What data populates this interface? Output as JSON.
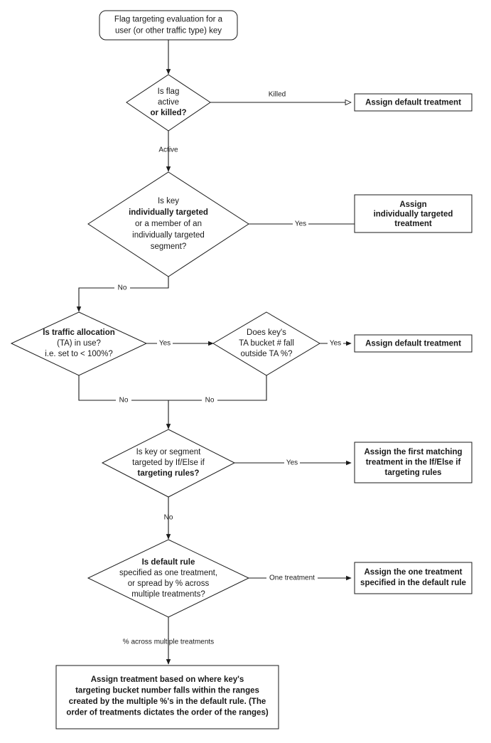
{
  "diagram": {
    "title": "Flag targeting evaluation flowchart",
    "type": "flowchart",
    "colors": {
      "stroke": "#1a1a1a",
      "fill": "#ffffff",
      "text": "#1a1a1a"
    }
  },
  "nodes": {
    "start": {
      "shape": "rounded-rectangle",
      "lines": [
        "Flag targeting evaluation for a",
        "user (or other traffic type) key"
      ]
    },
    "d1": {
      "shape": "diamond",
      "lines": [
        "Is flag",
        "active",
        "or killed?"
      ],
      "bold_lines": [
        2
      ]
    },
    "b1": {
      "shape": "rectangle",
      "lines": [
        "Assign default treatment"
      ]
    },
    "d2": {
      "shape": "diamond",
      "lines": [
        "Is key",
        "individually targeted",
        "or a member of an",
        "individually targeted",
        "segment?"
      ],
      "bold_lines": [
        1
      ]
    },
    "b2": {
      "shape": "rectangle",
      "lines": [
        "Assign",
        "individually targeted",
        "treatment"
      ]
    },
    "d3": {
      "shape": "diamond",
      "lines": [
        "Is traffic allocation",
        "(TA) in use?",
        "i.e. set to < 100%?"
      ],
      "bold_lines": [
        0
      ]
    },
    "d4": {
      "shape": "diamond",
      "lines": [
        "Does key's",
        "TA bucket # fall",
        "outside TA %?"
      ],
      "bold_lines": []
    },
    "b3": {
      "shape": "rectangle",
      "lines": [
        "Assign default treatment"
      ]
    },
    "d5": {
      "shape": "diamond",
      "lines": [
        "Is key or segment",
        "targeted by If/Else if",
        "targeting rules?"
      ],
      "bold_lines": [
        2
      ]
    },
    "b4": {
      "shape": "rectangle",
      "lines": [
        "Assign the first matching",
        "treatment in the If/Else if",
        "targeting rules"
      ]
    },
    "d6": {
      "shape": "diamond",
      "lines": [
        "Is default rule",
        "specified as one treatment,",
        "or spread by % across",
        "multiple treatments?"
      ],
      "bold_lines": [
        0
      ]
    },
    "b5": {
      "shape": "rectangle",
      "lines": [
        "Assign the one treatment",
        "specified in the default rule"
      ]
    },
    "b6": {
      "shape": "rectangle",
      "lines": [
        "Assign treatment based on where key's",
        "targeting bucket number falls within the ranges",
        "created by the multiple %'s in the default rule. (The",
        "order of treatments dictates the order of the ranges)"
      ]
    }
  },
  "edge_labels": {
    "killed": "Killed",
    "active": "Active",
    "yes_individual": "Yes",
    "no_individual": "No",
    "yes_ta": "Yes",
    "no_ta": "No",
    "yes_bucket": "Yes",
    "no_bucket": "No",
    "yes_ifelse": "Yes",
    "no_ifelse": "No",
    "one_treatment": "One treatment",
    "percent_across": "% across multiple treatments"
  }
}
